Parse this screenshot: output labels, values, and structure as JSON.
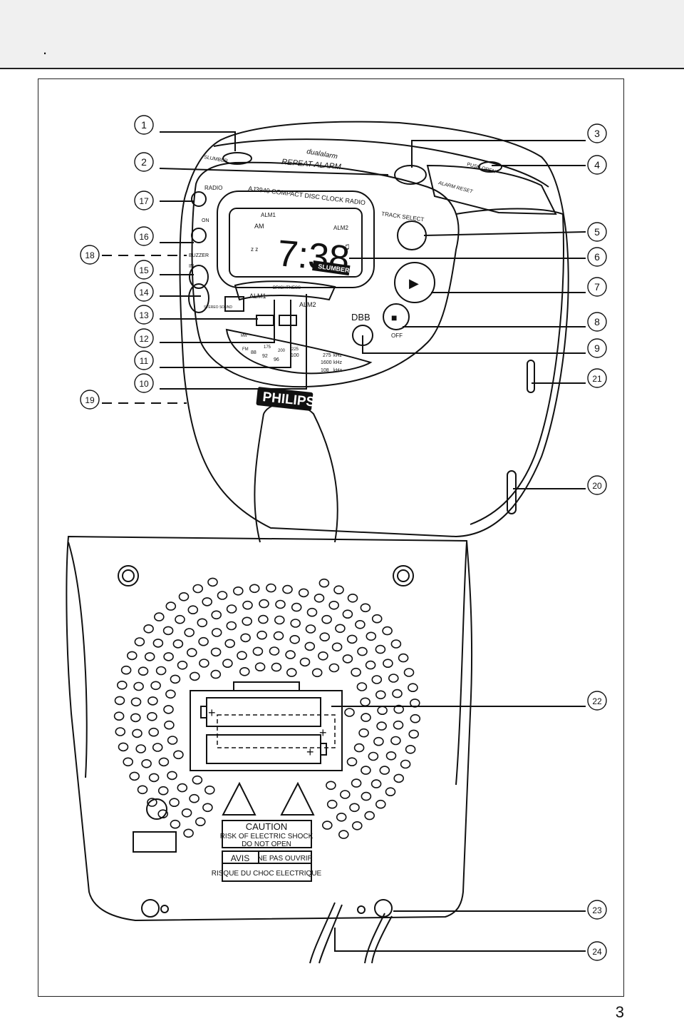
{
  "header": {
    "marker": "."
  },
  "page_number": "3",
  "callouts": [
    "1",
    "2",
    "3",
    "4",
    "5",
    "6",
    "7",
    "8",
    "9",
    "10",
    "11",
    "12",
    "13",
    "14",
    "15",
    "16",
    "17",
    "18",
    "19",
    "20",
    "21",
    "22",
    "23",
    "24"
  ],
  "device": {
    "top_labels": {
      "slumber": "SLUMBER",
      "dual_alarm": "dualalarm",
      "repeat_alarm": "REPEAT ALARM",
      "push_open": "PUSH OPEN",
      "alarm_reset": "ALARM RESET"
    },
    "model_line": "AJ3940 COMPACT DISC CLOCK RADIO",
    "side_labels": {
      "radio": "RADIO",
      "on": "ON",
      "buzzer": "BUZZER",
      "in": "IN",
      "stereo": "STEREO SOUND"
    },
    "display": {
      "alm1": "ALM1",
      "alm2": "ALM2",
      "am": "AM",
      "zz": "z z",
      "time": "7:38",
      "note": "♫",
      "slumber_badge": "SLUMBER"
    },
    "controls": {
      "track_select": "TRACK SELECT",
      "brightness": "BRIGHTNESS",
      "alm1": "ALM1",
      "alm2": "ALM2",
      "dbb": "DBB",
      "off": "OFF",
      "play_symbol": "▶",
      "stop_symbol": "■"
    },
    "tuner": {
      "band_mw": "MW",
      "band_fm": "FM",
      "scale_mw": [
        "175",
        "200",
        "225",
        "275",
        "1600"
      ],
      "scale_fm": [
        "88",
        "92",
        "96",
        "100",
        "108"
      ],
      "unit1": "kHz",
      "unit2": "kHz",
      "unit3": "kHz"
    },
    "brand": "PHILIPS"
  },
  "back_panel": {
    "caution_title": "CAUTION",
    "caution_line1": "RISK OF ELECTRIC SHOCK",
    "caution_line2": "DO NOT OPEN",
    "avis": "AVIS",
    "ne_pas_ouvrir": "NE PAS OUVRIR",
    "risque": "RISQUE DU CHOC ELECTRIQUE",
    "plus1": "+",
    "plus2": "+",
    "plus3": "+"
  }
}
